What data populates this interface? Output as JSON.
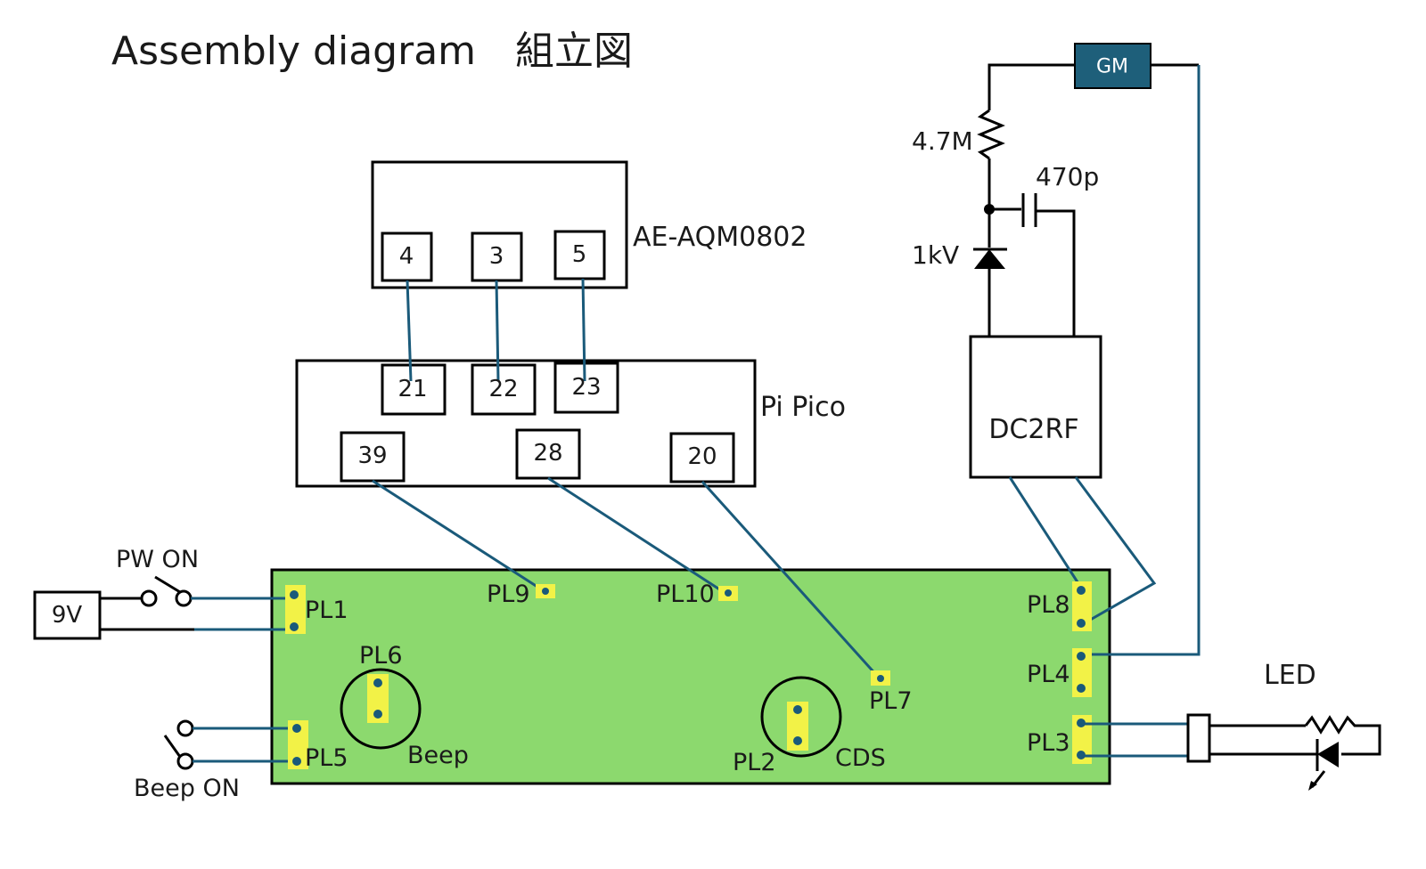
{
  "title": "Assembly diagram　組立図",
  "modules": {
    "lcd": {
      "name": "AE-AQM0802",
      "pins": [
        "4",
        "3",
        "5"
      ]
    },
    "pico": {
      "name": "Pi Pico",
      "pins_top": [
        "21",
        "22",
        "23"
      ],
      "pins_bottom": [
        "39",
        "28",
        "20"
      ]
    },
    "gm": {
      "name": "GM"
    },
    "dc2rf": {
      "name": "DC2RF"
    }
  },
  "components": {
    "resistor": "4.7M",
    "capacitor": "470p",
    "diode": "1kV",
    "battery": "9V",
    "power_switch": "PW ON",
    "beep_switch": "Beep ON",
    "led": "LED",
    "beep": "Beep",
    "cds": "CDS"
  },
  "board": {
    "color": "#8cd96e",
    "connectors": [
      "PL1",
      "PL2",
      "PL3",
      "PL4",
      "PL5",
      "PL6",
      "PL7",
      "PL8",
      "PL9",
      "PL10"
    ]
  },
  "colors": {
    "wire": "#1a5a7a",
    "gm_fill": "#1e5f7a",
    "pad": "#f2f247"
  }
}
